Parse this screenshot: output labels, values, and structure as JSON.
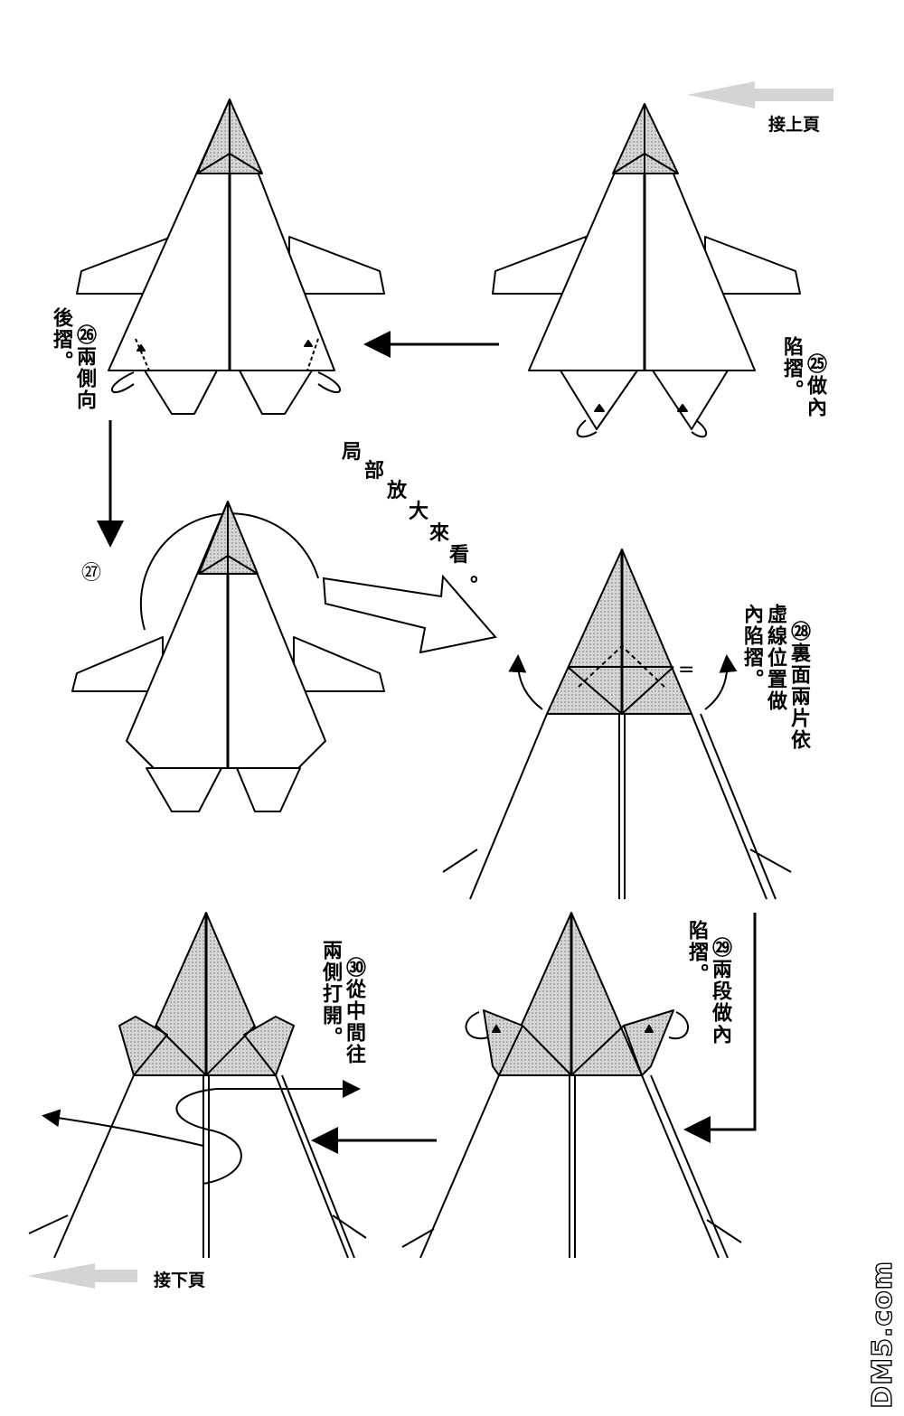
{
  "header": {
    "continued_from": "接上頁"
  },
  "footer": {
    "continued_to": "接下頁"
  },
  "steps": {
    "s25": {
      "num": "㉕",
      "text": "做內\n陷摺。"
    },
    "s26": {
      "num": "㉖",
      "text": "兩側向\n後摺。"
    },
    "s27": {
      "num": "㉗"
    },
    "s28": {
      "num": "㉘",
      "text": "裏面兩片依\n虛線位置做\n內陷摺。"
    },
    "s29": {
      "num": "㉙",
      "text": "兩段做內\n陷摺。"
    },
    "s30": {
      "num": "㉚",
      "text": "從中間往\n兩側打開。"
    }
  },
  "zoom_note": [
    "局",
    "部",
    "放",
    "大",
    "來",
    "看",
    "。"
  ],
  "equal_mark": "=",
  "watermark": "DM5.com",
  "colors": {
    "line": "#000000",
    "shade": "#c8c8c8",
    "paper": "#ffffff",
    "guide_arrow": "#d0d0d0"
  }
}
